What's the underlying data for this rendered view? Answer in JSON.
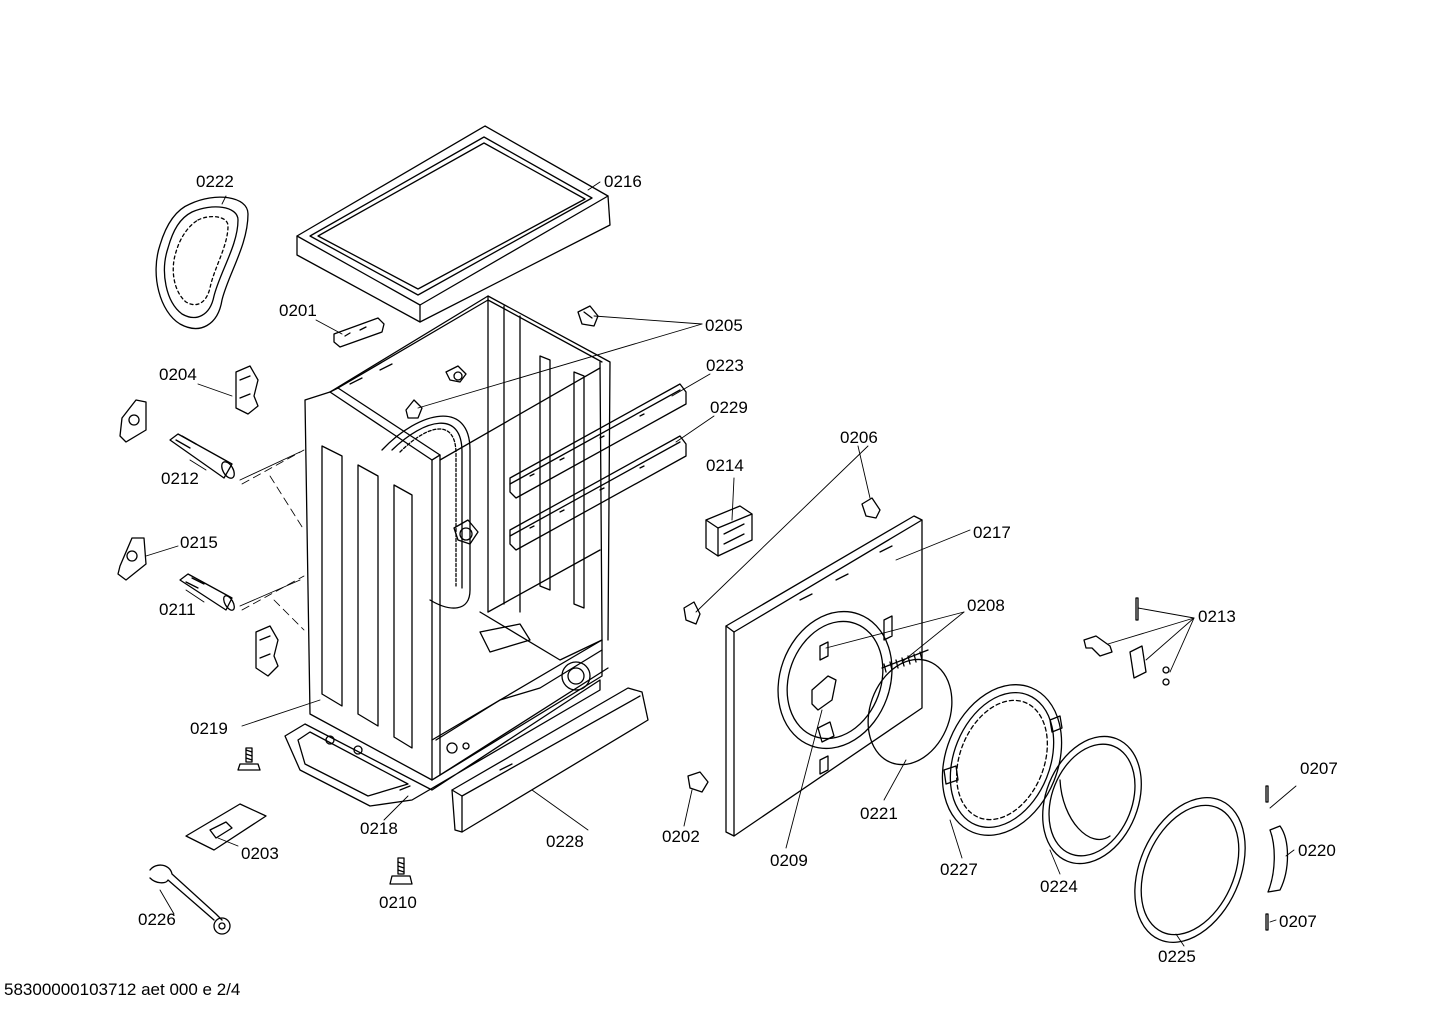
{
  "diagram": {
    "footer": "58300000103712 aet 000 e 2/4",
    "labels": {
      "p0222": "0222",
      "p0216": "0216",
      "p0201": "0201",
      "p0205": "0205",
      "p0204": "0204",
      "p0223": "0223",
      "p0229": "0229",
      "p0212": "0212",
      "p0206": "0206",
      "p0214": "0214",
      "p0215": "0215",
      "p0217": "0217",
      "p0211": "0211",
      "p0208": "0208",
      "p0213": "0213",
      "p0219": "0219",
      "p0218": "0218",
      "p0203": "0203",
      "p0228": "0228",
      "p0202": "0202",
      "p0209": "0209",
      "p0221": "0221",
      "p0227": "0227",
      "p0224": "0224",
      "p0207a": "0207",
      "p0220": "0220",
      "p0207b": "0207",
      "p0226": "0226",
      "p0210": "0210",
      "p0225": "0225"
    }
  }
}
